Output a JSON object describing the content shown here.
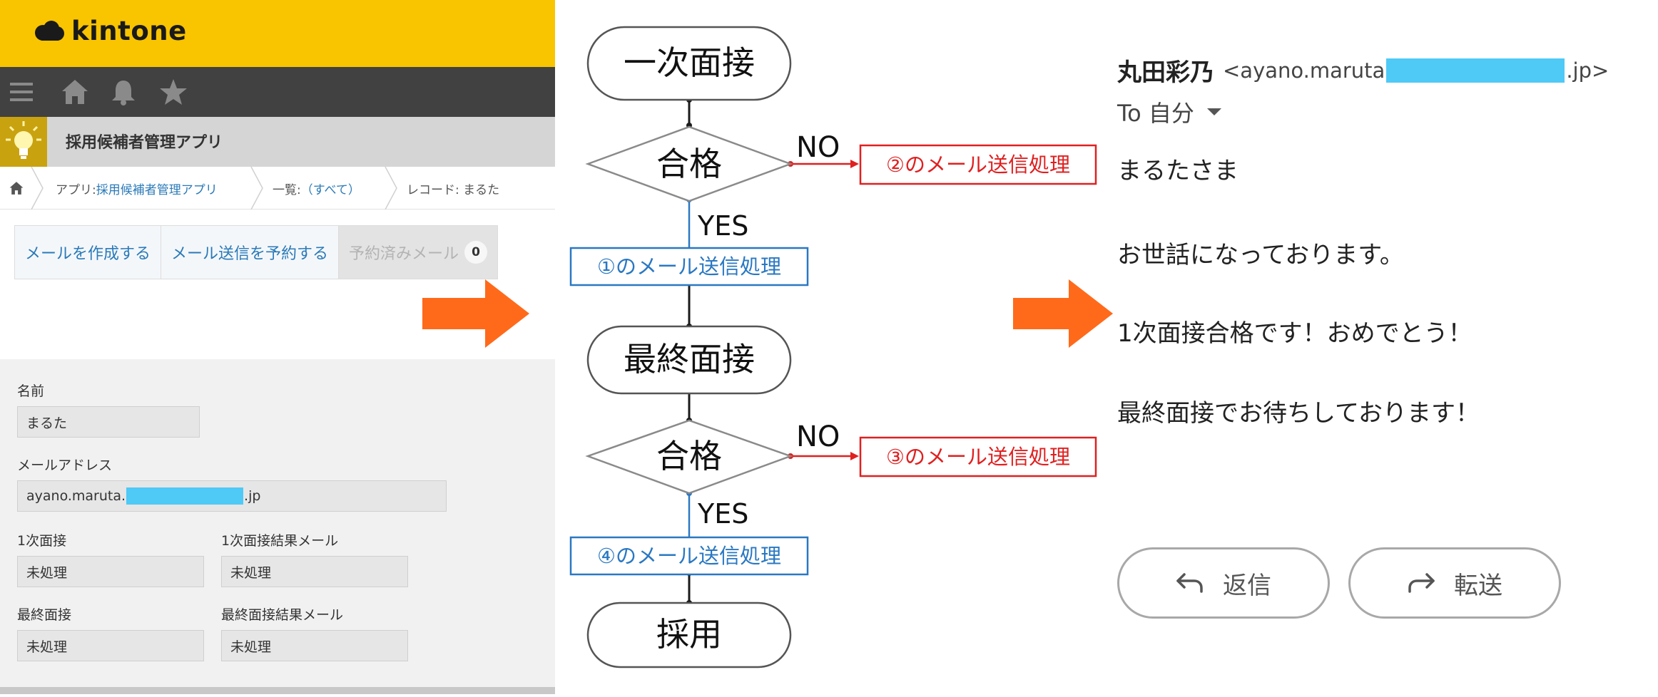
{
  "kintone": {
    "logo_text": "kintone",
    "toolbar_icons": [
      "menu-icon",
      "home-icon",
      "bell-icon",
      "star-icon"
    ],
    "app_name": "採用候補者管理アプリ",
    "breadcrumb": {
      "app_prefix": "アプリ: ",
      "app_link": "採用候補者管理アプリ",
      "list_prefix": "一覧: ",
      "list_link": "（すべて）",
      "record": "レコード: まるた"
    },
    "actions": {
      "create_mail": "メールを作成する",
      "schedule_mail": "メール送信を予約する",
      "scheduled_mail": "予約済みメール",
      "scheduled_count": "0"
    },
    "form": {
      "name_label": "名前",
      "name_value": "まるた",
      "email_label": "メールアドレス",
      "email_prefix": "ayano.maruta.",
      "email_suffix": ".jp",
      "first_interview_label": "1次面接",
      "first_interview_value": "未処理",
      "first_result_mail_label": "1次面接結果メール",
      "first_result_mail_value": "未処理",
      "final_interview_label": "最終面接",
      "final_interview_value": "未処理",
      "final_result_mail_label": "最終面接結果メール",
      "final_result_mail_value": "未処理"
    },
    "colors": {
      "header": "#f9c400",
      "toolbar": "#414141",
      "link": "#2a7ab8",
      "mask": "#4fc9f6"
    }
  },
  "flowchart": {
    "nodes": {
      "first_interview": "一次面接",
      "pass1": "合格",
      "final_interview": "最終面接",
      "pass2": "合格",
      "hire": "採用"
    },
    "branches": {
      "no1": "NO",
      "yes1": "YES",
      "no2": "NO",
      "yes2": "YES"
    },
    "process": {
      "p1": "①のメール送信処理",
      "p2": "②のメール送信処理",
      "p3": "③のメール送信処理",
      "p4": "④のメール送信処理"
    },
    "colors": {
      "yes": "#2a78c2",
      "no": "#e02020",
      "arrow": "#ff6a1a"
    }
  },
  "email": {
    "sender": "丸田彩乃",
    "addr_prefix": "<ayano.maruta",
    "addr_suffix": ".jp>",
    "to": "To 自分",
    "greeting": "まるたさま",
    "line1": "お世話になっております。",
    "line2": "1次面接合格です！おめでとう！",
    "line3": "最終面接でお待ちしております！",
    "reply_label": "返信",
    "forward_label": "転送"
  }
}
